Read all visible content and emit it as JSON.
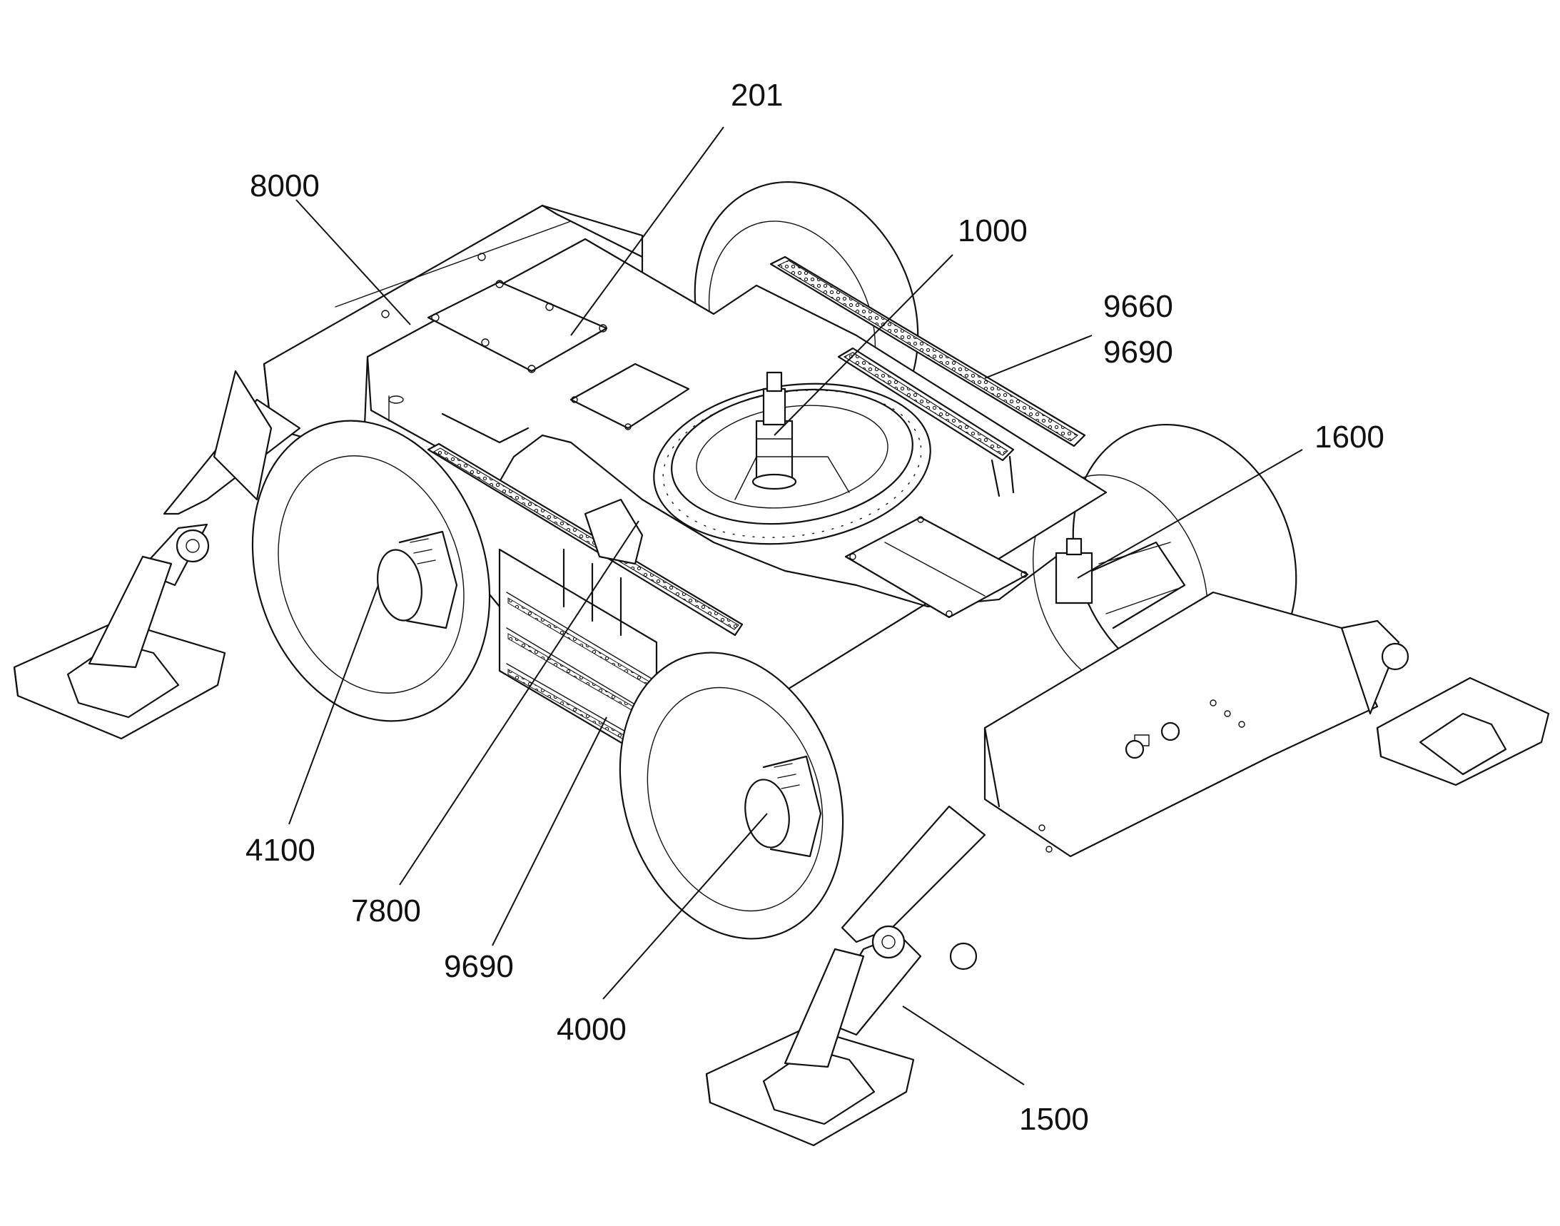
{
  "figure": {
    "labels": [
      {
        "id": "201",
        "text": "201"
      },
      {
        "id": "8000",
        "text": "8000"
      },
      {
        "id": "1000",
        "text": "1000"
      },
      {
        "id": "9660",
        "text": "9660"
      },
      {
        "id": "9690-top",
        "text": "9690"
      },
      {
        "id": "1600",
        "text": "1600"
      },
      {
        "id": "4100",
        "text": "4100"
      },
      {
        "id": "7800",
        "text": "7800"
      },
      {
        "id": "9690-bottom",
        "text": "9690"
      },
      {
        "id": "4000",
        "text": "4000"
      },
      {
        "id": "1500",
        "text": "1500"
      }
    ]
  }
}
